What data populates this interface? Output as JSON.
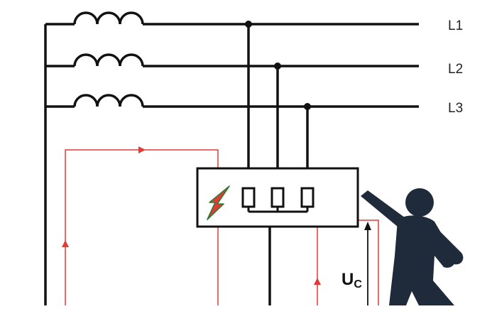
{
  "phases": [
    {
      "label": "L1"
    },
    {
      "label": "L2"
    },
    {
      "label": "L3"
    }
  ],
  "touch_voltage": {
    "symbol": "U",
    "subscript": "C"
  },
  "colors": {
    "conductor": "#111111",
    "fault_current_path": "#e53935",
    "fault_symbol_fill": "#e53935",
    "fault_symbol_outline": "#2e7d32",
    "person": "#1f2b3a"
  },
  "icons": [
    "inductor-coil-icon",
    "resistor-icon",
    "lightning-fault-icon",
    "person-touching-icon"
  ]
}
